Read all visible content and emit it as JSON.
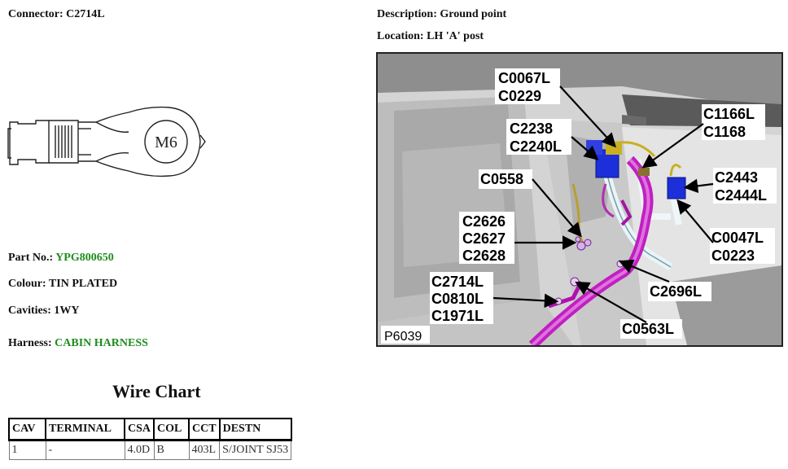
{
  "connector": {
    "label": "Connector:",
    "value": "C2714L"
  },
  "description": {
    "label": "Description:",
    "value": "Ground point"
  },
  "location": {
    "label": "Location:",
    "value": "LH 'A' post"
  },
  "terminal_drawing": {
    "marking": "M6"
  },
  "part_no": {
    "label": "Part No.:",
    "value": "YPG800650"
  },
  "colour": {
    "label": "Colour:",
    "value": "TIN PLATED"
  },
  "cavities": {
    "label": "Cavities:",
    "value": "1WY"
  },
  "harness": {
    "label": "Harness:",
    "value": "CABIN HARNESS"
  },
  "wire_chart": {
    "title": "Wire Chart",
    "headers": [
      "CAV",
      "TERMINAL",
      "CSA",
      "COL",
      "CCT",
      "DESTN"
    ],
    "rows": [
      [
        "1",
        "-",
        "4.0D",
        "B",
        "403L",
        "S/JOINT SJ53"
      ]
    ]
  },
  "photo": {
    "id": "P6039",
    "callouts": {
      "c1a": "C0067L",
      "c1b": "C0229",
      "c2a": "C2238",
      "c2b": "C2240L",
      "c3a": "C1166L",
      "c3b": "C1168",
      "c4a": "C0558",
      "c5a": "C2443",
      "c5b": "C2444L",
      "c6a": "C2626",
      "c6b": "C2627",
      "c6c": "C2628",
      "c7a": "C0047L",
      "c7b": "C0223",
      "c8a": "C2714L",
      "c8b": "C0810L",
      "c8c": "C1971L",
      "c9a": "C2696L",
      "c10a": "C0563L"
    }
  },
  "colors": {
    "link_green": "#1e8c1e",
    "harness_magenta": "#c020c0",
    "connector_blue": "#1c2fd8",
    "connector_yellow": "#c8b020"
  }
}
